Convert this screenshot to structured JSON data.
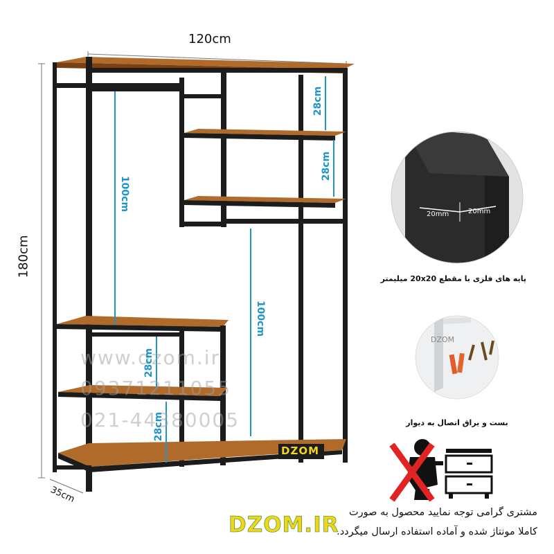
{
  "dimensions": {
    "width": "120cm",
    "height": "180cm",
    "depth": "35cm",
    "inner": {
      "top_shelf_gap_1": "28cm",
      "top_shelf_gap_2": "28cm",
      "left_hanging": "100cm",
      "right_hanging": "100cm",
      "bottom_shelf_gap_1": "28cm",
      "bottom_shelf_gap_2": "28cm"
    }
  },
  "watermark": {
    "site": "www.dzom.ir",
    "phone_mobile": "09371211055",
    "phone_landline": "021-44380005"
  },
  "badge_text": "DZOM",
  "detail_profile": {
    "size_a": "20mm",
    "size_b": "20mm",
    "caption": "پایه های فلزی با مقطع 20x20 میلیمتر"
  },
  "detail_bracket": {
    "logo": "DZOM",
    "caption": "بست و یراق اتصال به دیوار"
  },
  "notice": {
    "line1": "مشتری گرامی توجه نمایید محصول به صورت",
    "line2": "کاملا مونتاژ شده و آماده استفاده ارسال میگردد."
  },
  "brand_footer": "DZOM.IR",
  "colors": {
    "frame": "#1c1c1c",
    "wood": "#b06a2a",
    "wood_edge": "#7a4214",
    "measure_blue": "#1f94c6",
    "brand_yellow": "#f2d51a",
    "brand_green": "#1d8b3c",
    "cross_red": "#e02424"
  }
}
